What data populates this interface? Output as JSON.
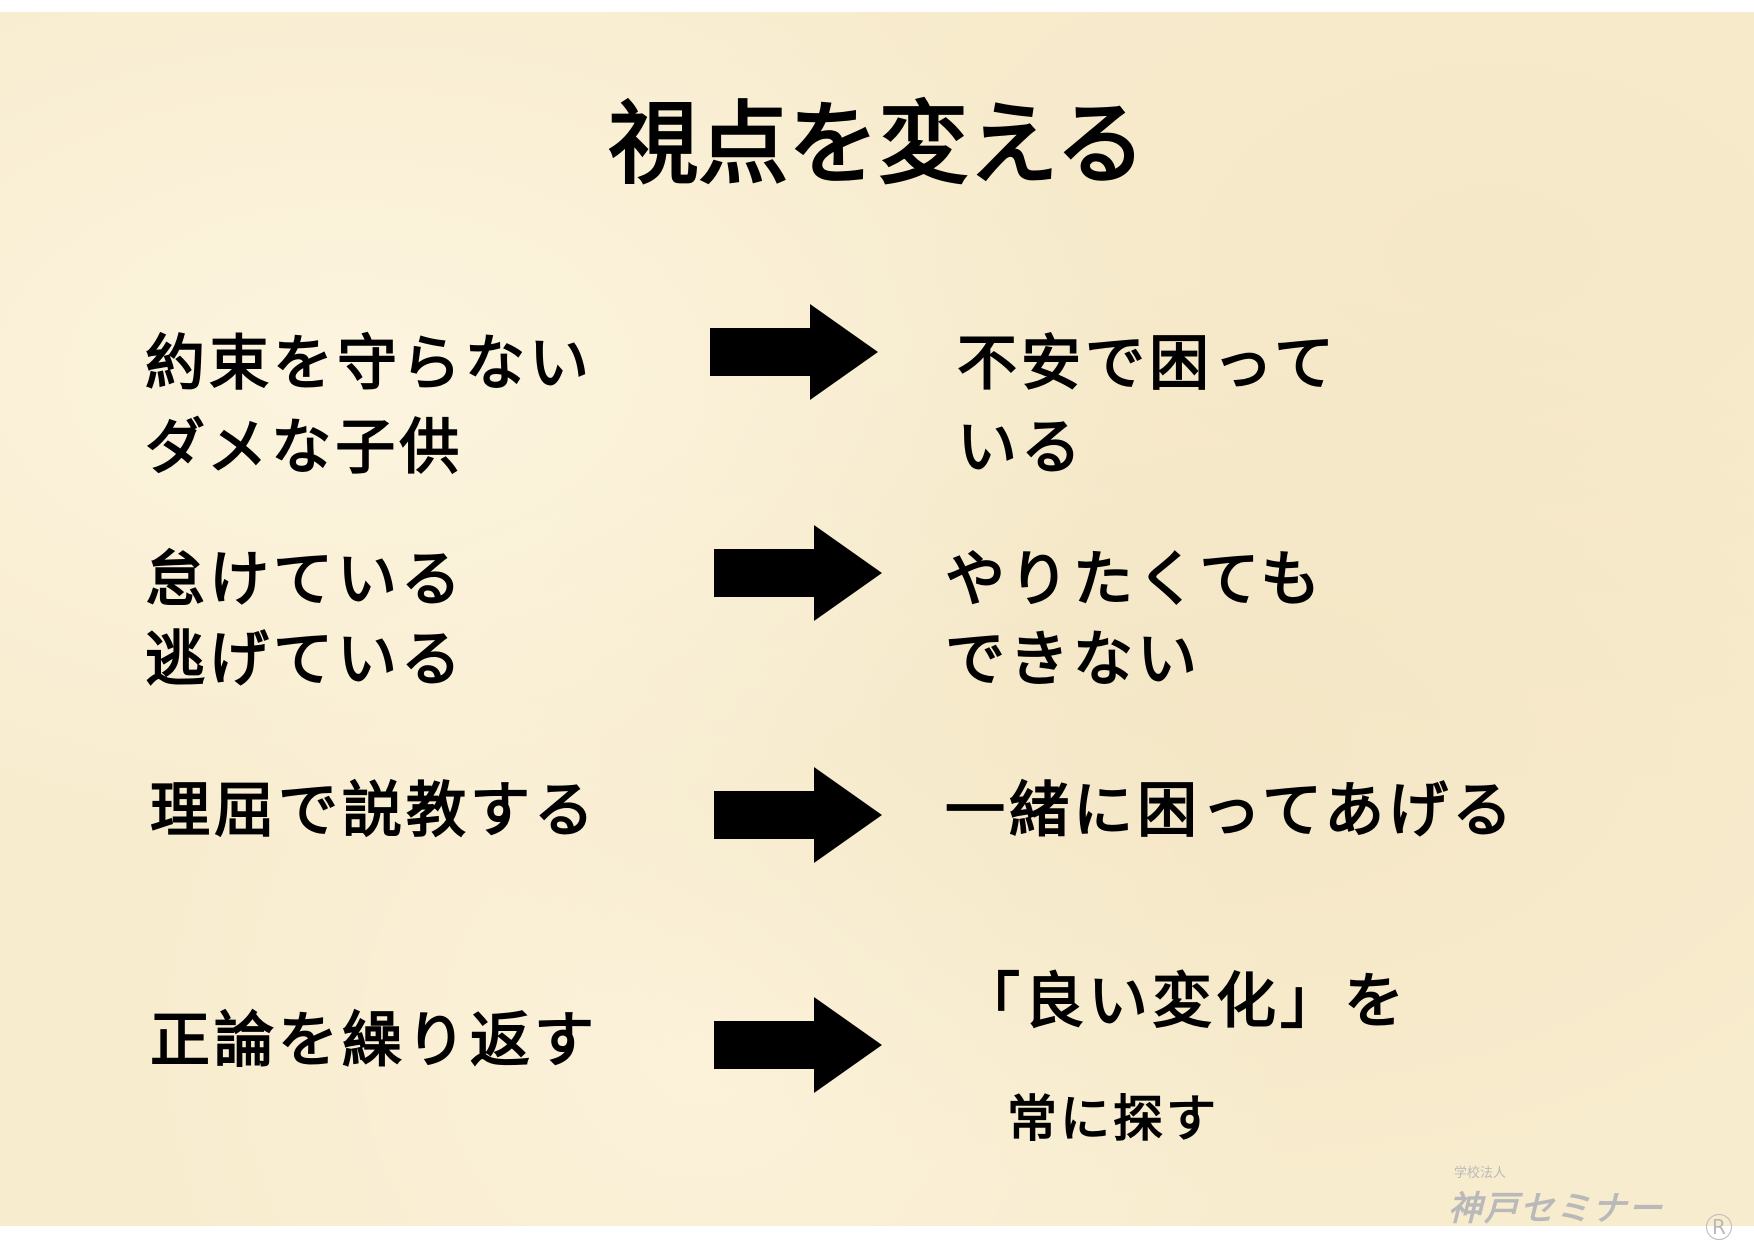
{
  "title": "視点を変える",
  "rows": [
    {
      "left": [
        "約束を守らない",
        "ダメな子供"
      ],
      "right": [
        "不安で困って",
        "いる"
      ]
    },
    {
      "left": [
        "怠けている",
        "逃げている"
      ],
      "right": [
        "やりたくても",
        "できない"
      ]
    },
    {
      "left": [
        "理屈で説教する"
      ],
      "right": [
        "一緒に困ってあげる"
      ]
    },
    {
      "left": [
        "正論を繰り返す"
      ],
      "right": [
        "「良い変化」を",
        "常に探す"
      ]
    }
  ],
  "logo": {
    "sub": "学校法人",
    "main": "神戸セミナー",
    "reg": "R"
  }
}
